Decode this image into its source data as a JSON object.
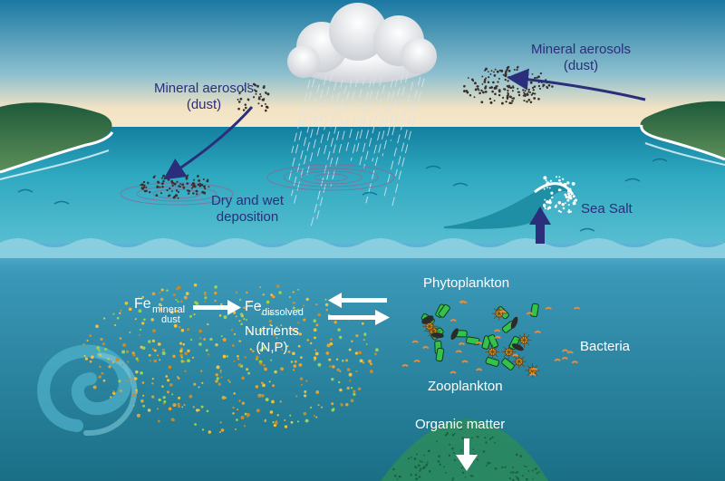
{
  "labels": {
    "aerosols_left": {
      "line1": "Mineral aerosols",
      "line2": "(dust)"
    },
    "aerosols_right": {
      "line1": "Mineral aerosols",
      "line2": "(dust)"
    },
    "deposition": {
      "line1": "Dry and wet",
      "line2": "deposition"
    },
    "sea_salt": "Sea Salt",
    "fe_mineral": {
      "main": "Fe",
      "sub1": "mineral",
      "sub2": "dust"
    },
    "fe_dissolved": {
      "main": "Fe",
      "sub": "dissolved"
    },
    "nutrients": {
      "line1": "Nutrients",
      "line2": "(N,P)"
    },
    "phytoplankton": "Phytoplankton",
    "bacteria": "Bacteria",
    "zooplankton": "Zooplankton",
    "organic_matter": "Organic matter"
  },
  "colors": {
    "label_dark": "#2b2e7a",
    "label_light": "#ffffff",
    "arrow_dark": "#2b2e7a",
    "deep_ocean": "#1e7d98",
    "surface_sea": "#2fa9bf",
    "sky_top": "#1c7aa3",
    "sky_horizon": "#f5e6c8"
  }
}
